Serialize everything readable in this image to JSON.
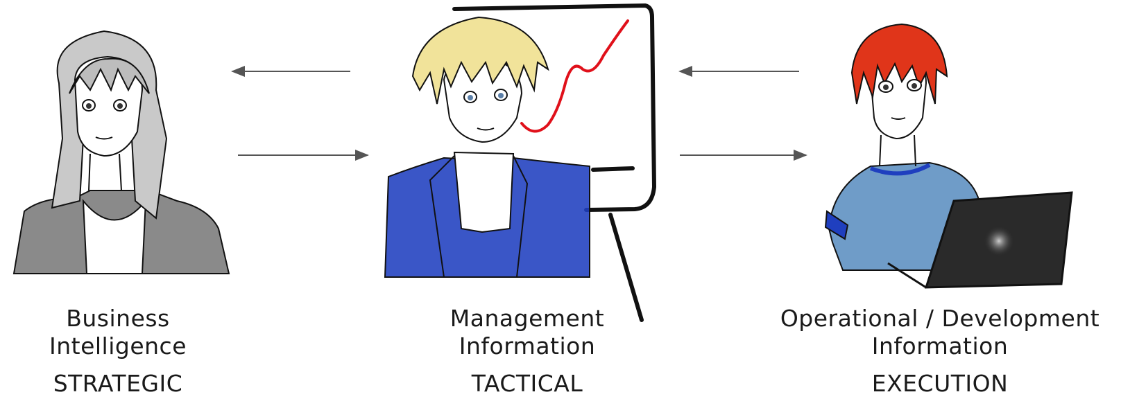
{
  "personas": [
    {
      "id": "strategic",
      "name_line1": "Business",
      "name_line2": "Intelligence",
      "level": "STRATEGIC",
      "accent": "#8e8e8e"
    },
    {
      "id": "tactical",
      "name_line1": "Management",
      "name_line2": "Information",
      "level": "TACTICAL",
      "accent": "#1f3fbf"
    },
    {
      "id": "execution",
      "name_line1": "Operational / Development",
      "name_line2": "Information",
      "level": "EXECUTION",
      "accent": "#e0351a"
    }
  ],
  "colors": {
    "arrow": "#555555",
    "ink": "#111111",
    "chart_line": "#e0101a",
    "blonde_hair": "#f1e39a",
    "blue_jacket": "#1f3fbf",
    "grey_jacket": "#8a8a8a",
    "blue_shirt": "#6f9cc8",
    "laptop": "#2a2a2a"
  }
}
